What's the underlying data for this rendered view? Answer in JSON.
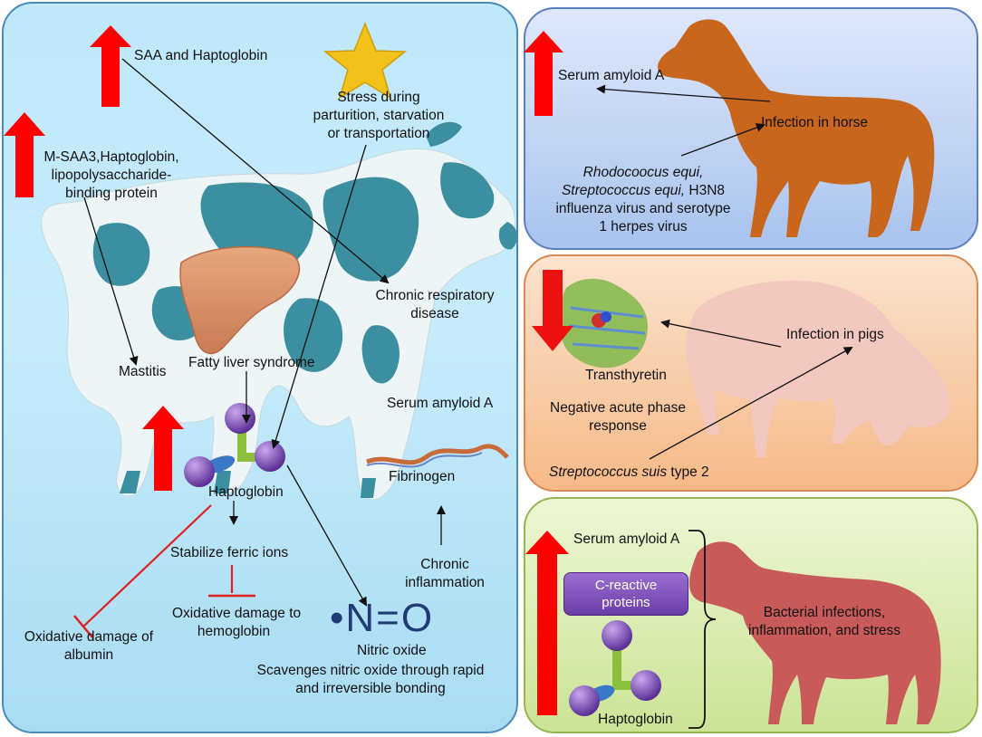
{
  "cow": {
    "saa_haptoglobin": "SAA and Haptoglobin",
    "stress": [
      "Stress during",
      "parturition, starvation",
      "or transportation"
    ],
    "msaa3": [
      "M-SAA3,Haptoglobin,",
      "lipopolysaccharide-",
      "binding protein"
    ],
    "chronic_resp": [
      "Chronic respiratory",
      "disease"
    ],
    "mastitis": "Mastitis",
    "fatty_liver": "Fatty liver syndrome",
    "serum_amyloid_a": "Serum amyloid A",
    "fibrinogen": "Fibrinogen",
    "haptoglobin": "Haptoglobin",
    "stabilize": "Stabilize ferric ions",
    "chronic_inflammation": [
      "Chronic",
      "inflammation"
    ],
    "oxidative_hemoglobin": [
      "Oxidative damage to",
      "hemoglobin"
    ],
    "oxidative_albumin": [
      "Oxidative damage of",
      "albumin"
    ],
    "no_formula": "•N=O",
    "nitric_oxide": "Nitric oxide",
    "scavenges": [
      "Scavenges nitric oxide through rapid",
      "and irreversible bonding"
    ]
  },
  "horse": {
    "serum_amyloid_a": "Serum amyloid A",
    "infection": "Infection in horse",
    "pathogens_italic_1": "Rhodocoocus equi,",
    "pathogens_italic_2": "Streptococcus equi,",
    "pathogens_plain_2": " H3N8",
    "pathogens_3": "influenza virus and serotype",
    "pathogens_4": "1 herpes virus"
  },
  "pig": {
    "infection": "Infection in pigs",
    "transthyretin": "Transthyretin",
    "negative": [
      "Negative acute phase",
      "response"
    ],
    "strep_italic": "Streptococcus suis",
    "strep_plain": " type 2"
  },
  "dog": {
    "serum_amyloid_a": "Serum amyloid A",
    "crp": [
      "C-reactive",
      "proteins"
    ],
    "bacterial": [
      "Bacterial infections,",
      "inflammation, and stress"
    ],
    "haptoglobin": "Haptoglobin"
  },
  "colors": {
    "up_arrow": "#ff0000",
    "down_arrow": "#ee1111",
    "inhibit": "#e02020",
    "horse": "#c8661e",
    "pig": "#f3c8c0",
    "dog": "#c85a5a",
    "cow_spot": "#3c8fa0",
    "liver": "#d9906a",
    "haptoglobin_sphere": "#7a4ab0",
    "haptoglobin_bar": "#8cbf3c",
    "haptoglobin_link": "#3a78c8"
  }
}
